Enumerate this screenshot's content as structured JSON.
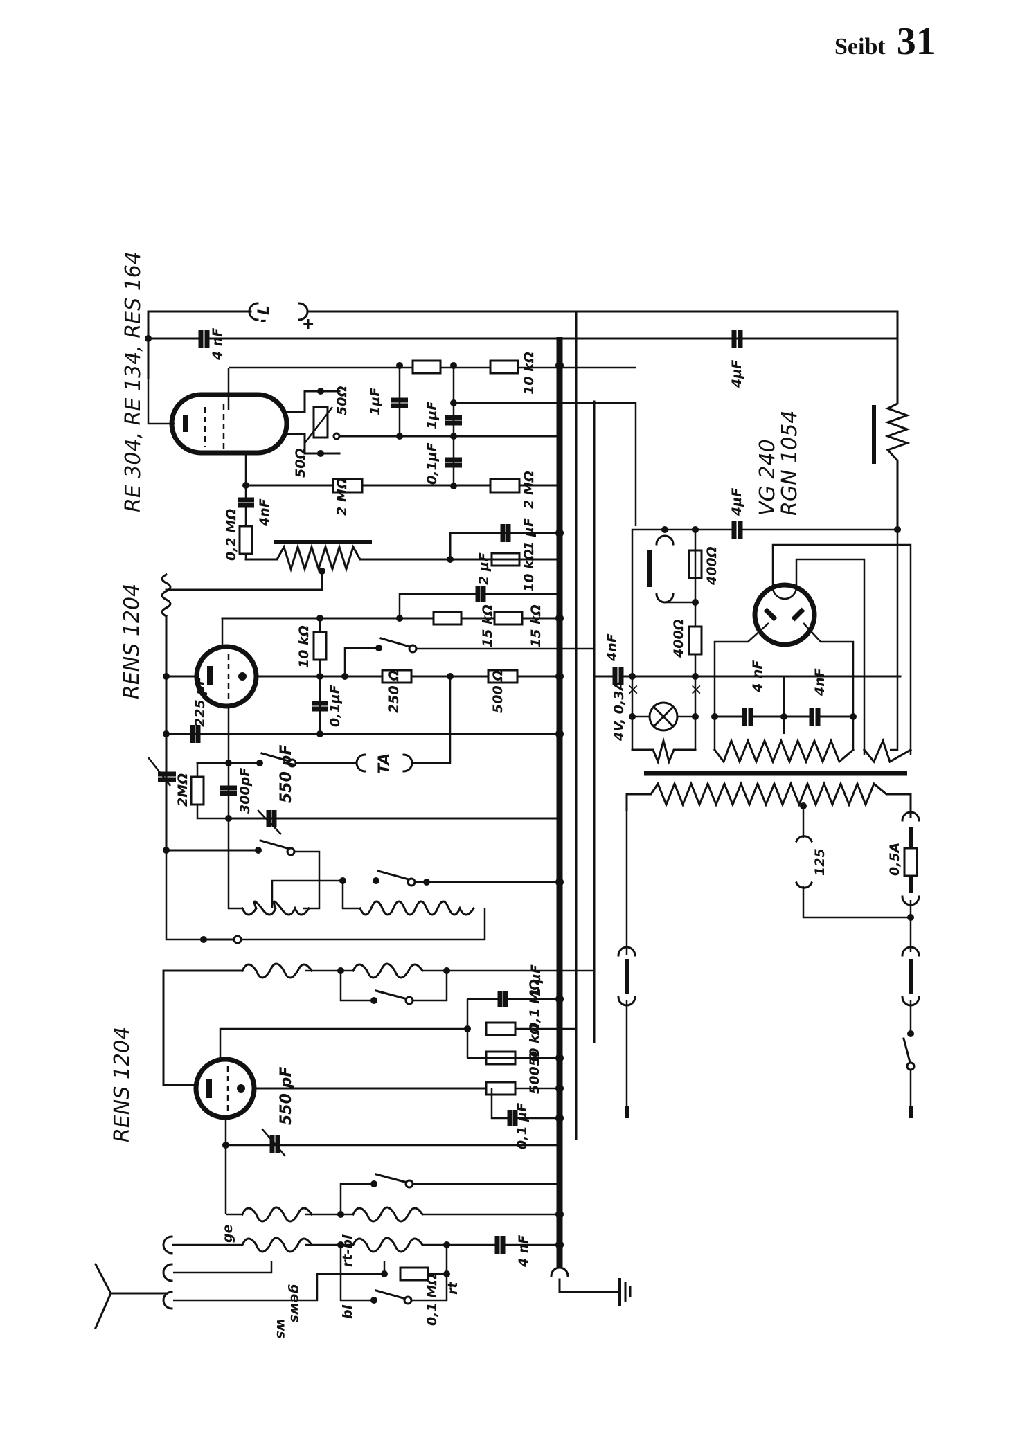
{
  "header": {
    "publisher": "Seibt",
    "page_number": "31"
  },
  "tubes": {
    "output_tube": "RE 304, RE 134, RES 164",
    "detector_tube": "RENS 1204",
    "hf_tube": "RENS 1204",
    "rectifier_tube_line1": "VG 240",
    "rectifier_tube_line2": "RGN 1054"
  },
  "labels": {
    "speaker": "L",
    "speaker_minus": "-",
    "speaker_plus": "+",
    "c_4nF_top": "4 nF",
    "c_4uF_top": "4µF",
    "r_50_pot": "50Ω",
    "r_50": "50Ω",
    "c_1uF_a": "1µF",
    "c_1uF_b": "1µF",
    "c_01uF_a": "0,1µF",
    "r_10k_top": "10 kΩ",
    "r_2M_a": "2 MΩ",
    "r_2M_b": "2 MΩ",
    "c_4nF_grid": "4nF",
    "r_02M": "0,2 MΩ",
    "c_1uF_c": "1 µF",
    "r_10k_b": "10 kΩ",
    "c_2uF": "2 µF",
    "r_15k_a": "15 kΩ",
    "r_15k_b": "15 kΩ",
    "r_10k_c": "10 kΩ",
    "c_01uF_b": "0,1µF",
    "r_250": "250 Ω",
    "r_500_a": "500 Ω",
    "c_225pF": "225 pF",
    "pickup": "TA",
    "r_2M_c": "2MΩ",
    "c_300pF": "300pF",
    "c_550pF_a": "550 pF",
    "c_4nF_mid": "4nF",
    "lamp": "4V, 0,3A",
    "r_400_a": "400Ω",
    "r_400_b": "400Ω",
    "c_4uF_b": "4µF",
    "c_4nF_rect_a": "4 nF",
    "c_4nF_rect_b": "4nF",
    "voltage_tap": "125",
    "fuse": "0,5A",
    "c_1uF_d": "1 µF",
    "r_01M_a": "0,1 MΩ",
    "r_50k": "50 kΩ",
    "r_500_b": "500 Ω",
    "c_01uF_c": "0,1 µF",
    "c_550pF_b": "550 pF",
    "ant_ge": "ge",
    "ant_gews": "gews",
    "ant_ws": "ws",
    "coil_rtbl": "rt-bl",
    "coil_bl": "bl",
    "coil_rt": "rt",
    "r_01M_b": "0,1 MΩ",
    "c_4nF_ant": "4 nF"
  }
}
